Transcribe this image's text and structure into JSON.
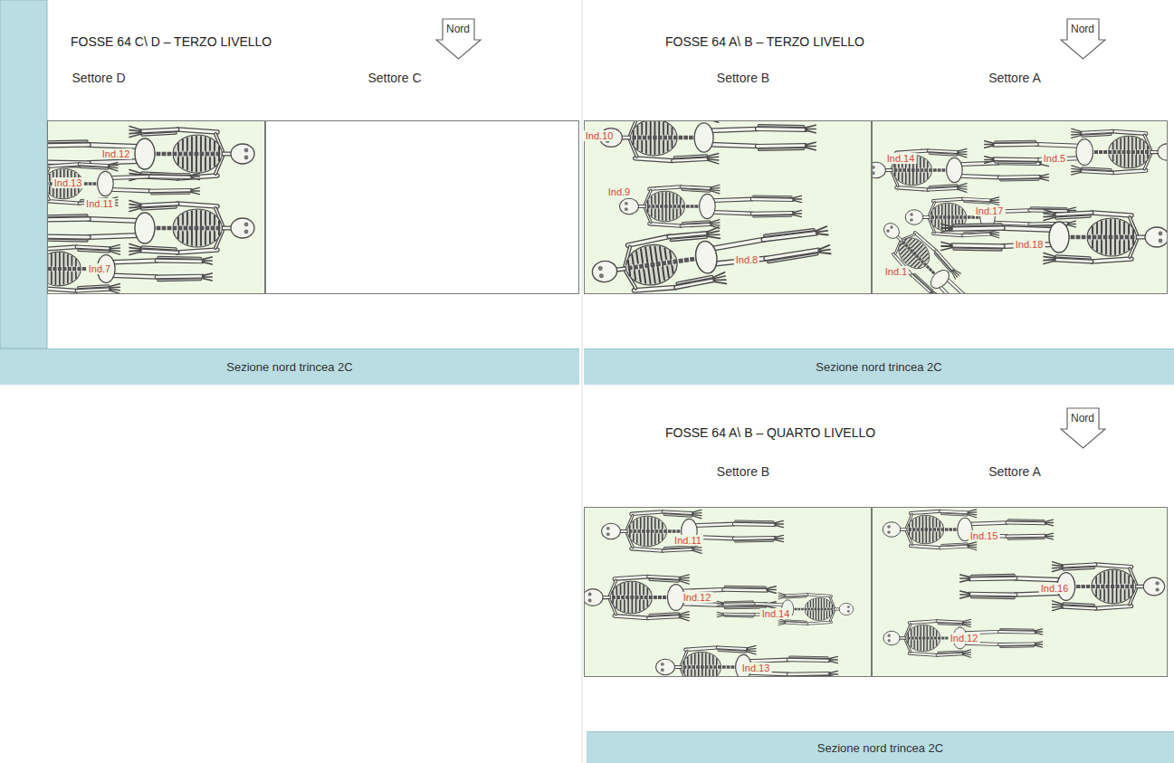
{
  "diagram": {
    "nodes": [
      {
        "text": [
          "Nord"
        ]
      },
      {
        "text": [
          "Settore D"
        ]
      },
      {
        "text": [
          "Settore C"
        ]
      },
      {
        "text": [
          "Sezione nord trincea 2C"
        ]
      },
      {
        "text": [
          "Nord"
        ]
      },
      {
        "text": [
          "Settore B"
        ]
      },
      {
        "text": [
          "Settore A"
        ]
      },
      {
        "text": [
          "Sezione nord trincea 2C"
        ]
      },
      {
        "text": [
          "Nord"
        ]
      },
      {
        "text": [
          "Settore B"
        ]
      },
      {
        "text": [
          "Settore A"
        ]
      },
      {
        "text": [
          "Sezione nord trincea 2C"
        ]
      }
    ],
    "labels": [
      "FOSSE 64 C\\ D – TERZO LIVELLO",
      "FOSSE 64 A\\ B – TERZO LIVELLO",
      "FOSSE 64 A\\ B – QUARTO LIVELLO",
      "Ind.12",
      "Ind.13",
      "Ind.11",
      "Ind.7",
      "Ind.10",
      "Ind.9",
      "Ind.8",
      "Ind.14",
      "Ind.5",
      "Ind.17",
      "Ind.18",
      "Ind.1",
      "Ind.11",
      "Ind.12",
      "Ind.14",
      "Ind.13",
      "Ind.15",
      "Ind.16",
      "Ind.12"
    ]
  }
}
